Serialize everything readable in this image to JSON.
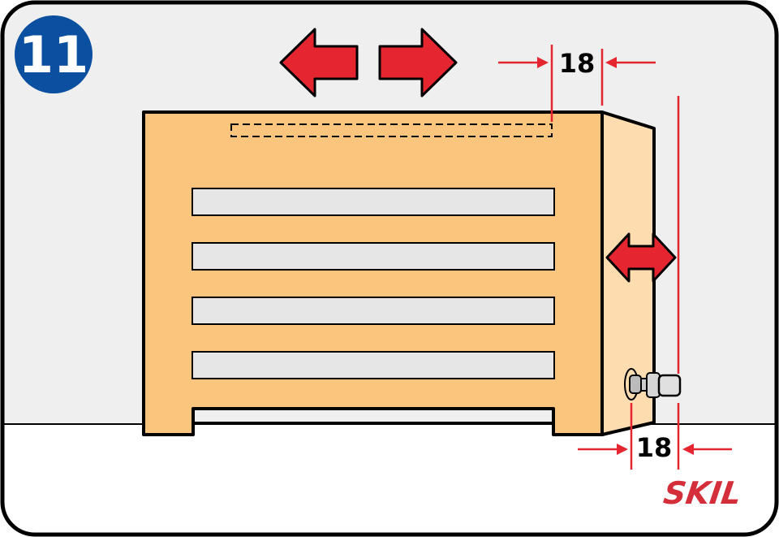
{
  "step_number": "11",
  "dimensions": {
    "top_overhang": "18",
    "side_clearance": "18"
  },
  "brand": "SKIL",
  "colors": {
    "badge": "#0b4fa0",
    "arrow": "#e52630",
    "cabinet_front": "#fcc57e",
    "cabinet_side": "#fddcb0",
    "slat": "#e6e6e6",
    "wall": "#efefef",
    "brand": "#d42e3a"
  }
}
